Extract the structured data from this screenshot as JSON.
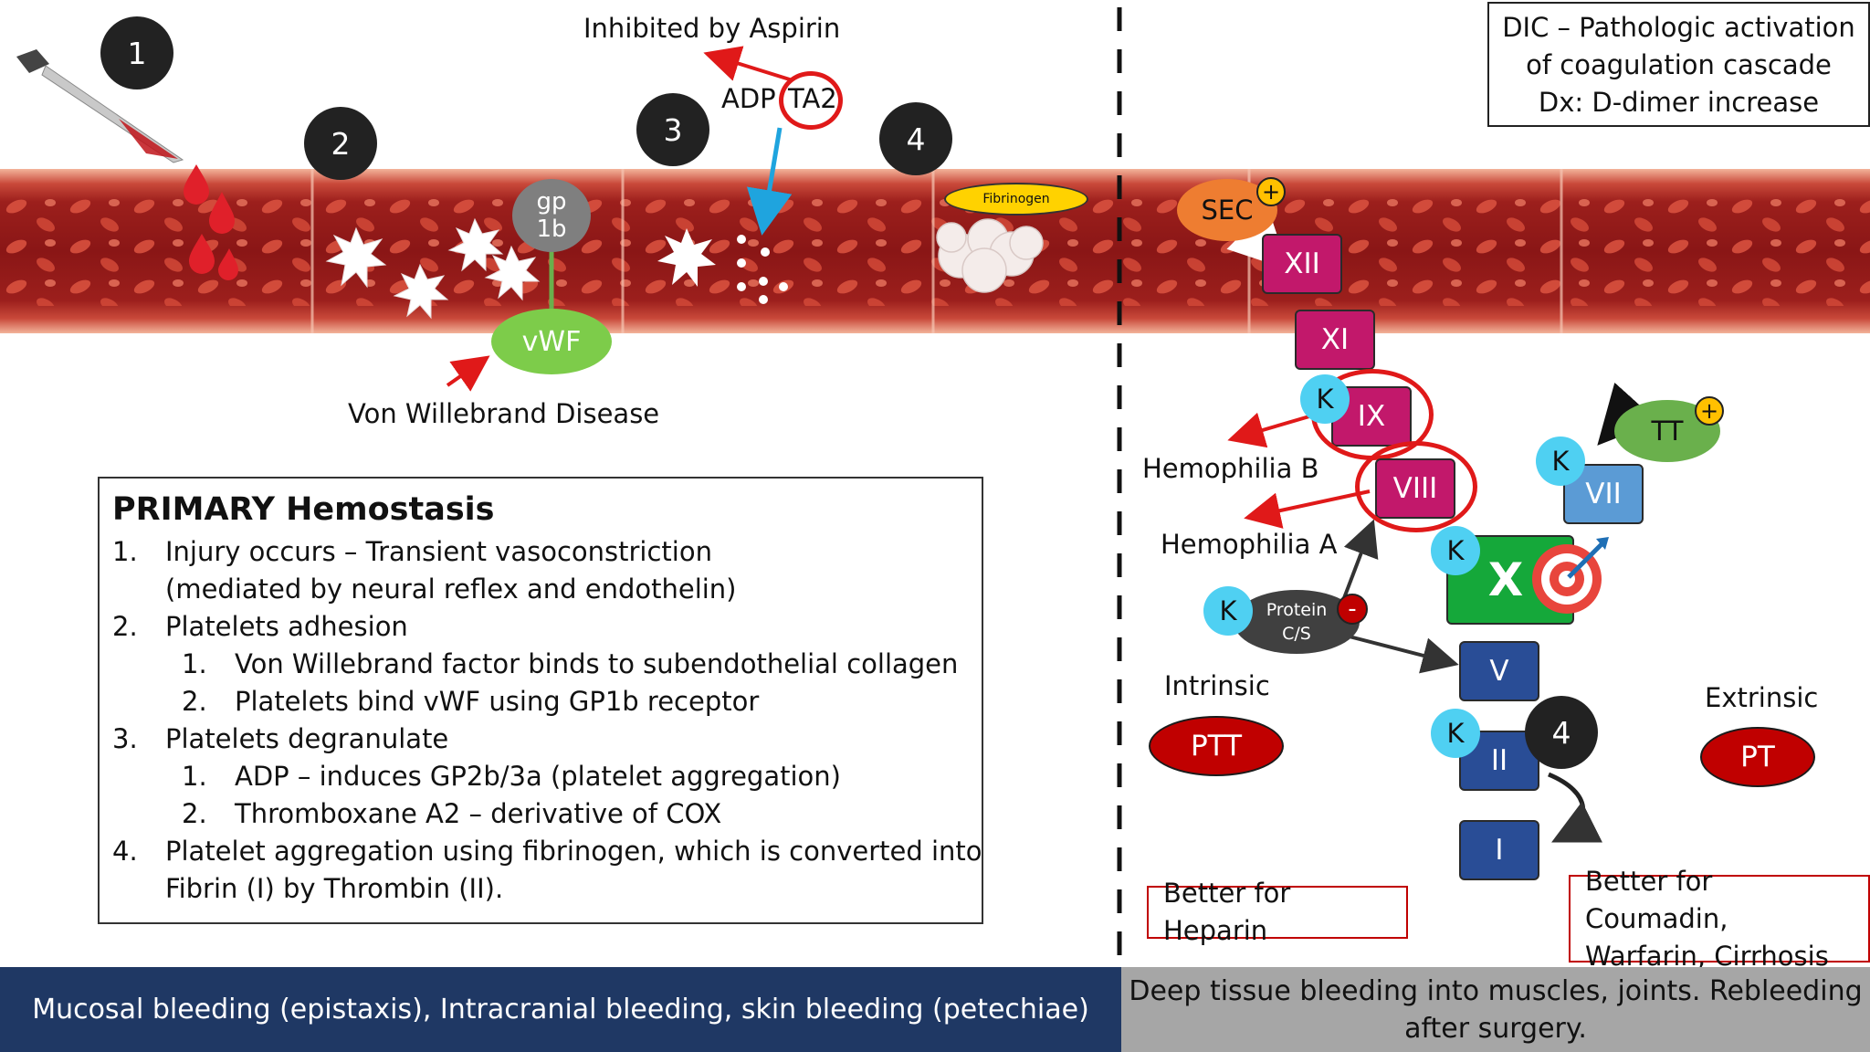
{
  "steps": {
    "s1": "1",
    "s2": "2",
    "s3": "3",
    "s4": "4",
    "s4b": "4"
  },
  "labels": {
    "inhibited": "Inhibited by Aspirin",
    "adp": "ADP",
    "ta2": "TA2",
    "gp1": "gp",
    "gp2": "1b",
    "vwf": "vWF",
    "vwd": "Von Willebrand Disease",
    "fibrinogen": "Fibrinogen"
  },
  "dic": {
    "line1": "DIC – Pathologic activation",
    "line2": "of coagulation cascade",
    "line3": "Dx: D-dimer increase"
  },
  "primary": {
    "title": "PRIMARY Hemostasis",
    "items": [
      {
        "num": "1.",
        "text": "Injury occurs – Transient vasoconstriction"
      },
      {
        "num": "",
        "text": "(mediated by neural reflex and endothelin)"
      },
      {
        "num": "2.",
        "text": "Platelets adhesion"
      },
      {
        "num": "1.",
        "text": "Von Willebrand factor binds to subendothelial collagen"
      },
      {
        "num": "2.",
        "text": "Platelets bind vWF using GP1b receptor"
      },
      {
        "num": "3.",
        "text": "Platelets degranulate"
      },
      {
        "num": "1.",
        "text": "ADP – induces GP2b/3a (platelet aggregation)"
      },
      {
        "num": "2.",
        "text": "Thromboxane A2 – derivative of COX"
      },
      {
        "num": "4.",
        "text": "Platelet aggregation using fibrinogen, which is converted into"
      },
      {
        "num": "",
        "text": "Fibrin (I) by Thrombin (II)."
      }
    ]
  },
  "cascade": {
    "sec": "SEC",
    "plus1": "+",
    "xii": "XII",
    "xi": "XI",
    "ix": "IX",
    "viii": "VIII",
    "vii": "VII",
    "tt": "TT",
    "plus2": "+",
    "x": "X",
    "v": "V",
    "ii": "II",
    "i": "I",
    "k": "K",
    "protein1": "Protein",
    "protein2": "C/S",
    "minus": "-",
    "hemo_b": "Hemophilia B",
    "hemo_a": "Hemophilia A",
    "intrinsic": "Intrinsic",
    "extrinsic": "Extrinsic",
    "ptt": "PTT",
    "pt": "PT",
    "heparin": "Better for Heparin",
    "coumadin1": "Better for Coumadin,",
    "coumadin2": "Warfarin, Cirrhosis"
  },
  "footer": {
    "left": "Mucosal bleeding (epistaxis), Intracranial bleeding, skin bleeding (petechiae)",
    "right1": "Deep tissue bleeding into muscles, joints. Rebleeding",
    "right2": "after surgery."
  },
  "colors": {
    "vessel_dark": "#8e1a1a",
    "vessel_mid": "#b83228",
    "vessel_light": "#d9705a",
    "footer_left": "#1f3864",
    "footer_right": "#a6a6a6",
    "factor_magenta": "#c2186b",
    "factor_blue": "#294d96",
    "k_badge": "#4fd0f2",
    "x_green": "#15a83a",
    "vwf_green": "#7dcc4a",
    "pill_red": "#c00000"
  }
}
